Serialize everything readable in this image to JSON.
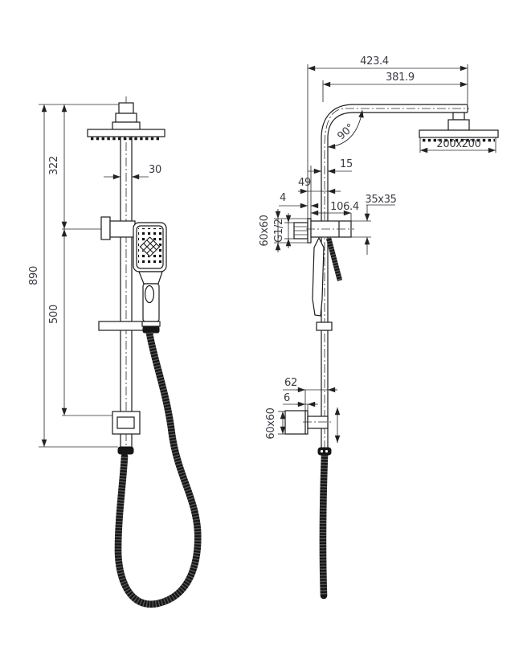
{
  "drawing": {
    "type": "technical-dimension-drawing",
    "subject": "twin shower column with overhead rain head and hand shower",
    "views": {
      "front_view": {
        "overall_height": "890",
        "upper_section": "322",
        "lower_section": "500",
        "pipe_width": "30"
      },
      "side_view": {
        "total_width": "423.4",
        "arm_projection": "381.9",
        "bend_angle": "90°",
        "head_size": "200x200",
        "pipe_depth": "15",
        "wall_to_pipe": "49",
        "plate_thickness": "4",
        "bracket_projection": "106.4",
        "clamp_size": "35x35",
        "upper_flange_size": "60x60",
        "inlet_thread": "G1/2",
        "lower_bracket_projection": "62",
        "lower_plate_thickness": "6",
        "lower_flange_size": "60x60"
      }
    },
    "line_color": "#1c1c1c",
    "dimension_text_color": "#3a3a44"
  }
}
